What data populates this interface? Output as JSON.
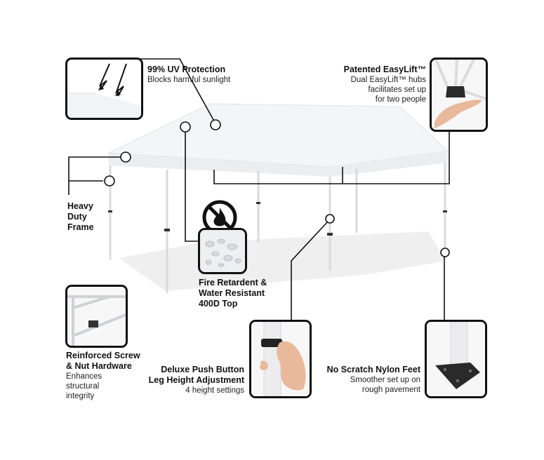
{
  "features": {
    "uv": {
      "title": "99% UV Protection",
      "desc": "Blocks harmful sunlight"
    },
    "easylift": {
      "title": "Patented EasyLift™",
      "desc": [
        "Dual EasyLift™ hubs",
        "facilitates set up",
        "for two people"
      ]
    },
    "frame": {
      "title": [
        "Heavy",
        "Duty",
        "Frame"
      ]
    },
    "fire": {
      "title": [
        "Fire Retardent &",
        "Water Resistant",
        "400D Top"
      ]
    },
    "screw": {
      "title": [
        "Reinforced Screw",
        "& Nut Hardware"
      ],
      "desc": [
        "Enhances",
        "structural",
        "integrity"
      ]
    },
    "pushbutton": {
      "title": [
        "Deluxe Push Button",
        "Leg Height Adjustment"
      ],
      "desc": "4 height settings"
    },
    "feet": {
      "title": "No Scratch Nylon Feet",
      "desc": [
        "Smoother set up on",
        "rough pavement"
      ]
    }
  },
  "colors": {
    "ink": "#111111",
    "canopy": "#f3f4f5",
    "shade": "#e9eaec"
  }
}
